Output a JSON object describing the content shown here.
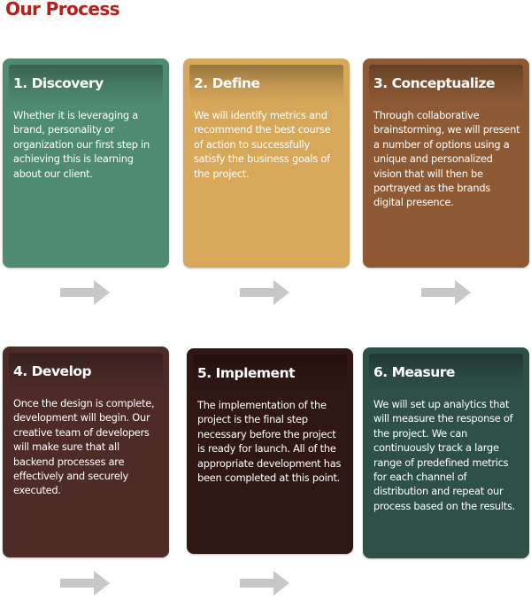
{
  "page": {
    "title": "Our Process",
    "title_color": "#b3201a"
  },
  "arrow_color": "#c7c7c7",
  "steps": [
    {
      "title": "1. Discovery",
      "text": "Whether it is leveraging a brand, personality or organization our first step in achieving this is learning about our client.",
      "color": "#4f8a73"
    },
    {
      "title": "2. Define",
      "text": "We will identify metrics and recommend the best course of action to successfully satisfy the business goals of the project.",
      "color": "#d8a85a"
    },
    {
      "title": "3. Conceptualize",
      "text": "Through collaborative brainstorming, we will present a number of options using a unique and personalized vision that will then be portrayed as the brands digital presence.",
      "color": "#8e5a35"
    },
    {
      "title": "4. Develop",
      "text": "Once the design is complete, development will begin. Our creative team of developers will make sure that all backend processes are effectively and securely executed.",
      "color": "#4d2c28"
    },
    {
      "title": "5. Implement",
      "text": "The implementation of the project is the final step necessary before the project is ready for launch. All of the appropriate development has been completed at this point.",
      "color": "#301713"
    },
    {
      "title": "6. Measure",
      "text": "We will set up analytics that will measure the response of the project. We can continuously track a large range of predefined metrics for each channel of distribution and repeat our process based on the results.",
      "color": "#2e5049"
    }
  ]
}
